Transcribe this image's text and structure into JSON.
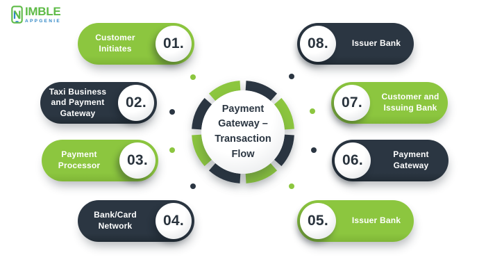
{
  "colors": {
    "green": "#8CC63F",
    "dark": "#2B3642",
    "number_text": "#29333D",
    "center_text": "#2B3642",
    "logo_green": "#5EBB47",
    "logo_blue": "#2E86C5"
  },
  "logo": {
    "wordmark": "IMBLE",
    "subtext": "APPGENIE"
  },
  "center": {
    "title": "Payment Gateway – Transaction Flow"
  },
  "steps": [
    {
      "number": "01.",
      "label": "Customer Initiates",
      "color": "green",
      "side": "left"
    },
    {
      "number": "02.",
      "label": "Taxi Business and Payment Gateway",
      "color": "dark",
      "side": "left"
    },
    {
      "number": "03.",
      "label": "Payment Processor",
      "color": "green",
      "side": "left"
    },
    {
      "number": "04.",
      "label": "Bank/Card Network",
      "color": "dark",
      "side": "left"
    },
    {
      "number": "05.",
      "label": "Issuer Bank",
      "color": "green",
      "side": "right"
    },
    {
      "number": "06.",
      "label": "Payment Gateway",
      "color": "dark",
      "side": "right"
    },
    {
      "number": "07.",
      "label": "Customer and Issuing Bank",
      "color": "green",
      "side": "right"
    },
    {
      "number": "08.",
      "label": "Issuer Bank",
      "color": "dark",
      "side": "right"
    }
  ],
  "ring_segment_colors": [
    "dark",
    "green",
    "dark",
    "green",
    "dark",
    "green",
    "dark",
    "green"
  ]
}
